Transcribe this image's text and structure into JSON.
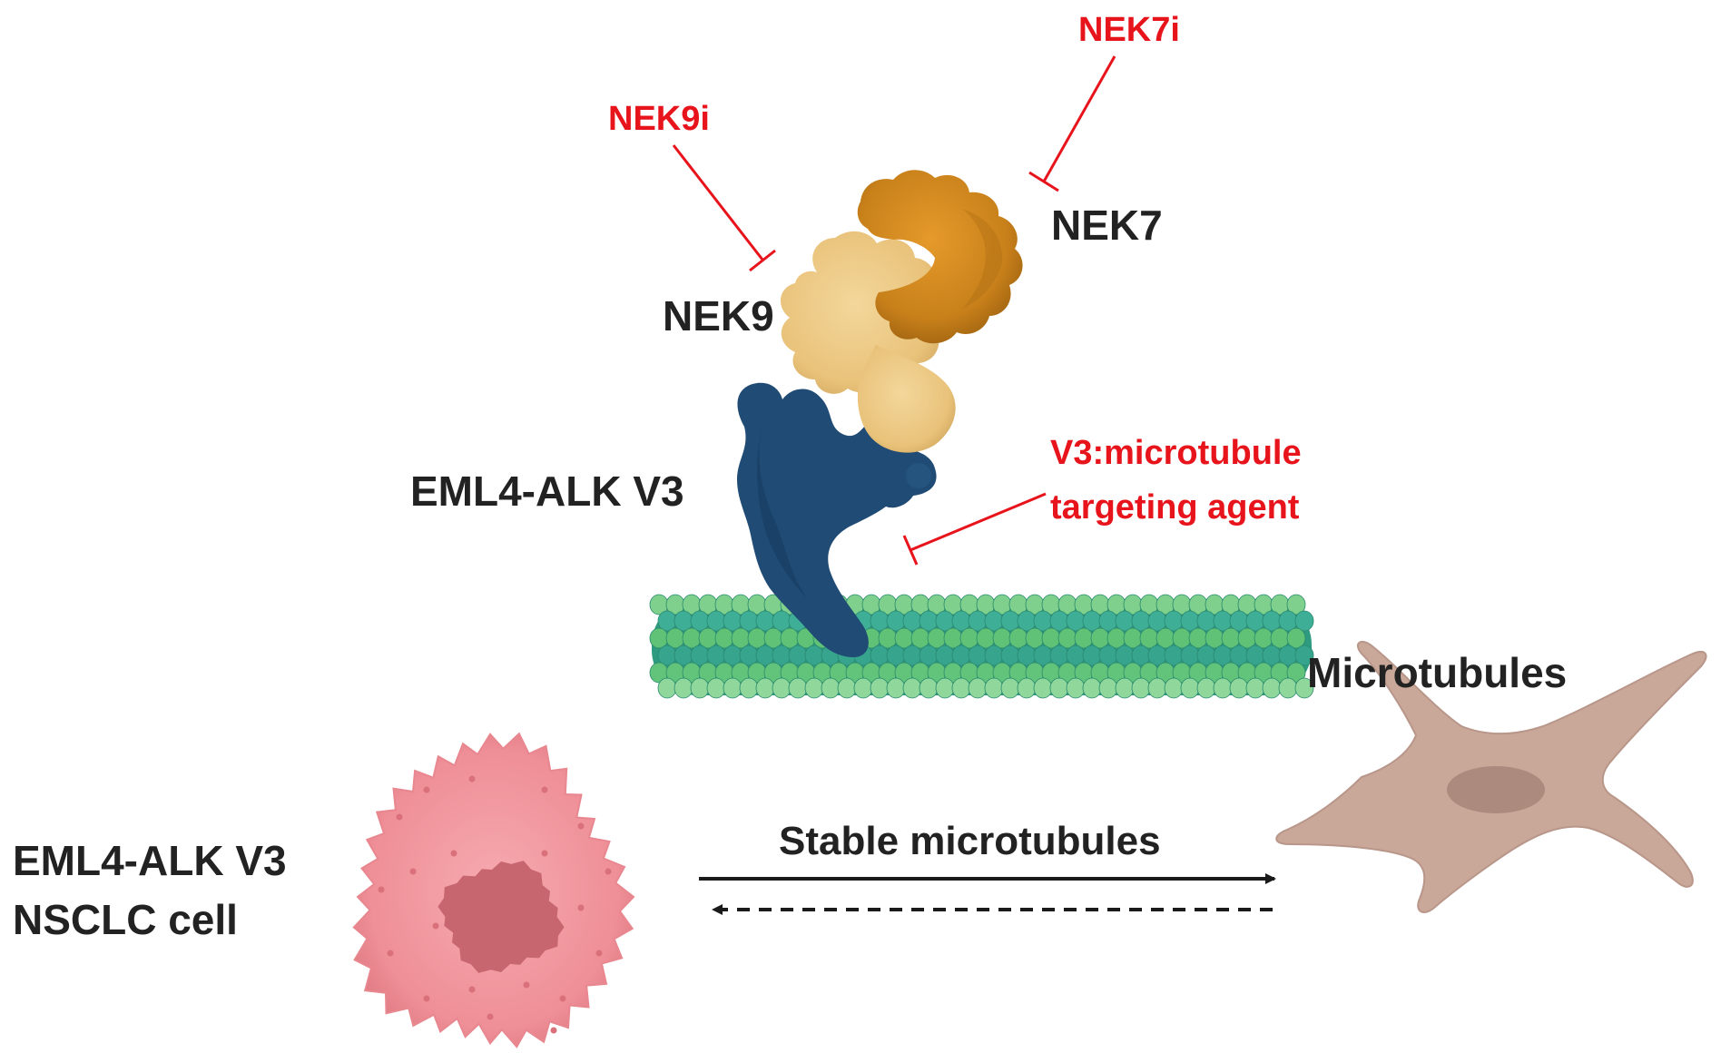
{
  "labels": {
    "nek7i": "NEK7i",
    "nek9i": "NEK9i",
    "nek7": "NEK7",
    "nek9": "NEK9",
    "eml4_alk_v3": "EML4-ALK V3",
    "mta_line1": "V3:microtubule",
    "mta_line2": "targeting agent",
    "microtubules": "Microtubules",
    "cell_line1": "EML4-ALK V3",
    "cell_line2": "NSCLC cell",
    "arrow_label": "Stable microtubules"
  },
  "colors": {
    "inhibitor_red": "#e8141c",
    "nek7_orange": "#c8801a",
    "nek9_tan": "#e9c27a",
    "eml4_alk_blue": "#1f4b74",
    "microtubule_green": "#5fc277",
    "microtubule_teal": "#32a894",
    "nsclc_cell_pink": "#ef8f97",
    "nsclc_nucleus": "#c86670",
    "mesenchymal_cell_tan": "#c9a89a",
    "mesenchymal_nucleus": "#ad8a7e"
  }
}
